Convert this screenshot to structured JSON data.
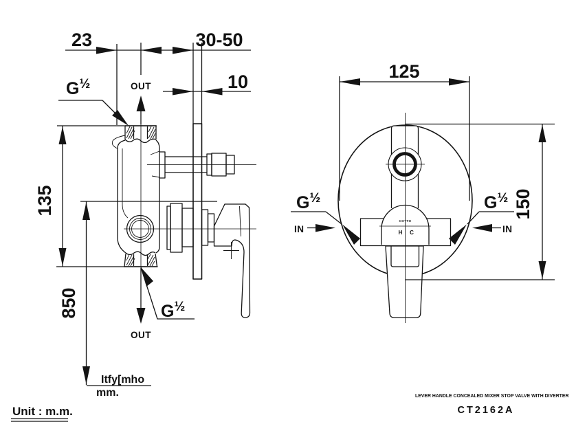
{
  "drawing": {
    "unit_note": "Unit : m.m.",
    "model": "CT2162A",
    "product_title": "LEVER HANDLE CONCEALED   MIXER STOP VALVE WITH DIVERTER",
    "floor_ref": {
      "line1": "Itfy[mho",
      "line2": "mm."
    },
    "labels": {
      "out": "OUT",
      "in": "IN",
      "thread_g": "G",
      "thread_size": "½",
      "logo": "COTTO",
      "hot": "H",
      "cold": "C"
    },
    "dimensions": {
      "wall_offset": "23",
      "conceal_depth": "30-50",
      "plate_thickness": "10",
      "port_spacing": "135",
      "mount_height": "850",
      "plate_width": "125",
      "plate_height": "150"
    }
  }
}
